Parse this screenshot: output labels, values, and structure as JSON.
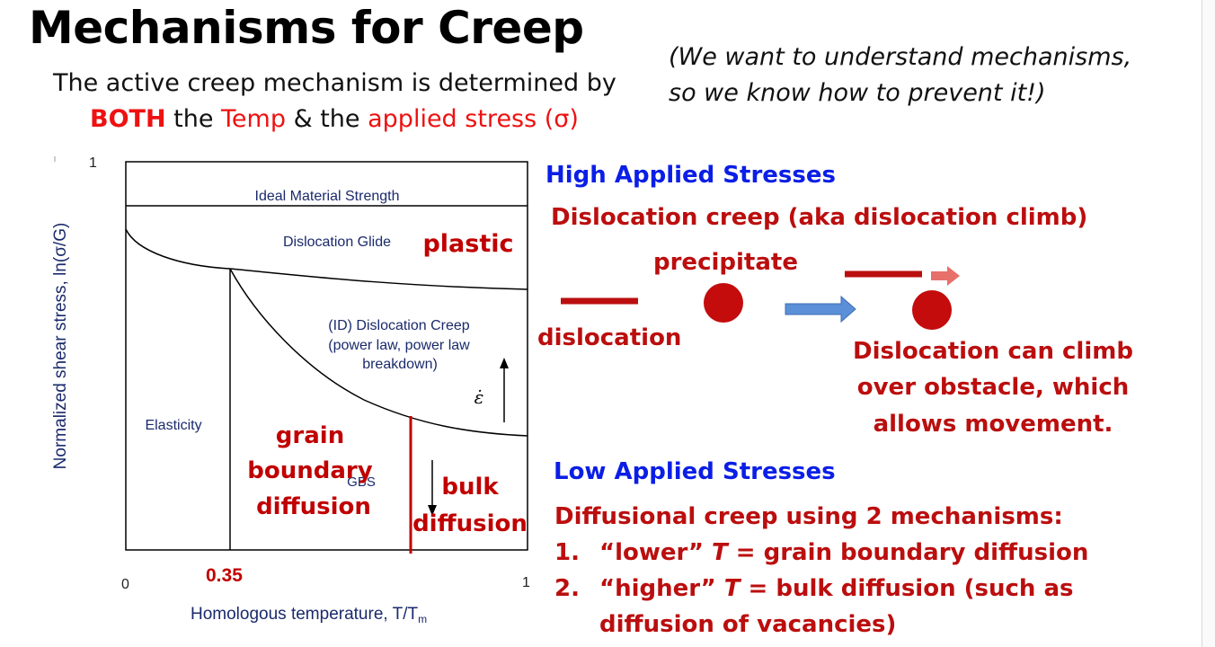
{
  "slide": {
    "title": "Mechanisms for Creep",
    "intro_line1": "The active creep mechanism is determined by",
    "intro_line2": {
      "both": "BOTH",
      "the": " the ",
      "temp": "Temp",
      "amp": " & the ",
      "stress": "applied stress (σ)"
    },
    "note_line1": "(We want to understand mechanisms,",
    "note_line2": "so we know how to prevent it!)"
  },
  "diagram": {
    "y_axis_label": "Normalized shear stress, ln(σ/G)",
    "y_tick_top": "1",
    "x_axis_label": "Homologous temperature, T/Tm",
    "x_axis_label_main": "Homologous temperature, T/T",
    "x_axis_label_sub": "m",
    "x_tick_left": "0",
    "x_tick_right": "1",
    "x_marker": "0.35",
    "regions": {
      "ideal": "Ideal Material Strength",
      "glide": "Dislocation Glide",
      "creep1": "(ID) Dislocation Creep",
      "creep2": "(power law, power law",
      "creep3": "breakdown)",
      "elasticity": "Elasticity",
      "gbs": "GBS",
      "strain_rate": "ε̇"
    },
    "overlay": {
      "plastic": "plastic",
      "gb1": "grain",
      "gb2": "boundary",
      "gb3": "diffusion",
      "bulk1": "bulk",
      "bulk2": "diffusion"
    },
    "colors": {
      "axes": "#000000",
      "label": "#1a2a6c",
      "overlay": "#c00000"
    }
  },
  "high": {
    "heading": "High Applied Stresses",
    "subheading": "Dislocation creep (aka dislocation climb)",
    "precipitate": "precipitate",
    "dislocation": "dislocation",
    "climb1": "Dislocation can climb",
    "climb2": "over obstacle, which",
    "climb3": "allows movement."
  },
  "low": {
    "heading": "Low Applied Stresses",
    "line1": "Diffusional creep using 2 mechanisms:",
    "item1_num": "1.",
    "item1_a": "“lower” ",
    "item1_T": "T",
    "item1_b": " = grain boundary diffusion",
    "item2_num": "2.",
    "item2_a": "“higher” ",
    "item2_T": "T",
    "item2_b": " = bulk diffusion (such as",
    "item2_c": "diffusion of vacancies)"
  },
  "palette": {
    "dark_red": "#bb0e0e",
    "bright_red": "#ee1111",
    "blue_heading": "#0a1ee6",
    "arrow_blue": "#5b8fd8",
    "arrow_red": "#e8706a"
  }
}
